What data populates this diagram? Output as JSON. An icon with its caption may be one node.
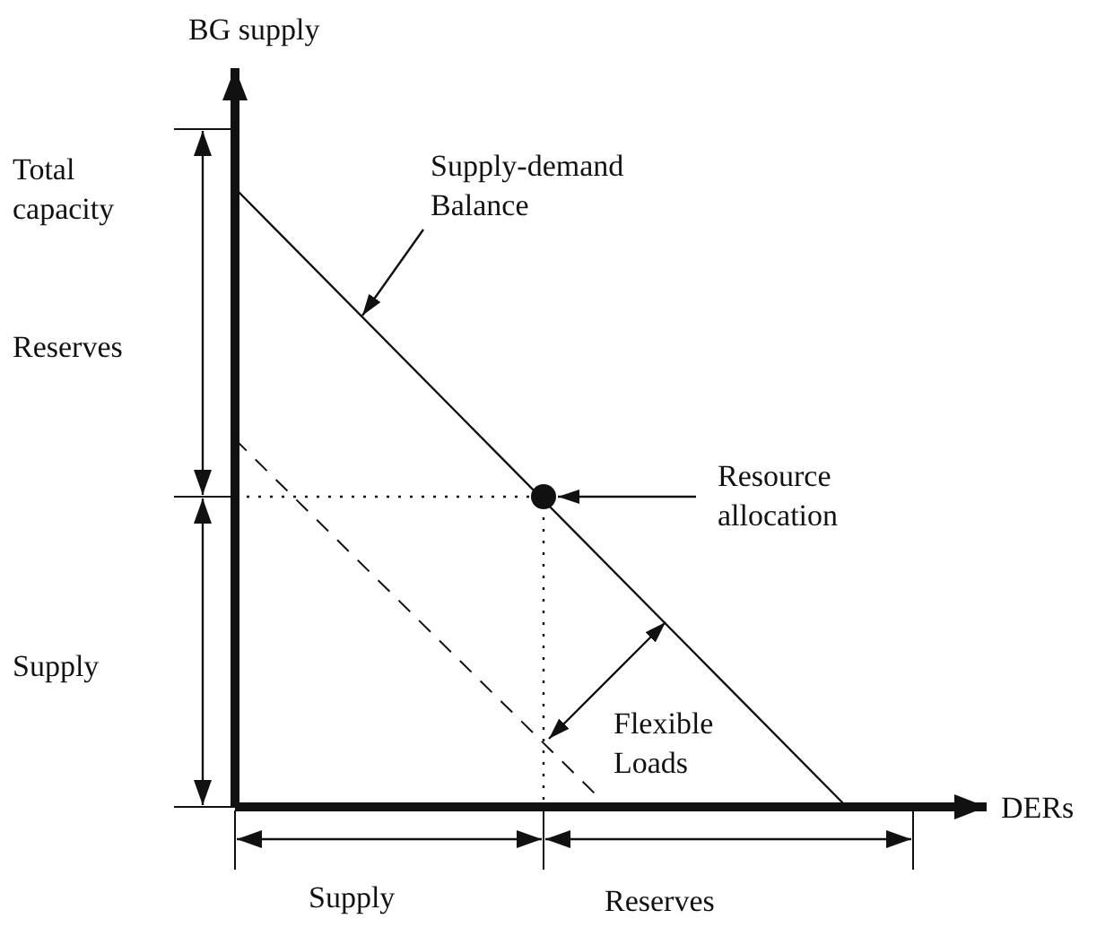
{
  "diagram": {
    "nodes": [
      {
        "text": [
          "Supply-demand Balance"
        ]
      },
      {
        "text": [
          "Resource allocation"
        ]
      },
      {
        "text": [],
        "shape": "circle"
      }
    ],
    "edges": [
      {
        "from": 0,
        "to": null,
        "arrow": "to"
      },
      {
        "from": 1,
        "to": 2,
        "arrow": "to"
      }
    ],
    "labels": [
      "BG supply",
      "Total capacity",
      "Reserves",
      "Supply",
      "Flexible Loads",
      "DERs",
      "Supply",
      "Reserves"
    ]
  }
}
